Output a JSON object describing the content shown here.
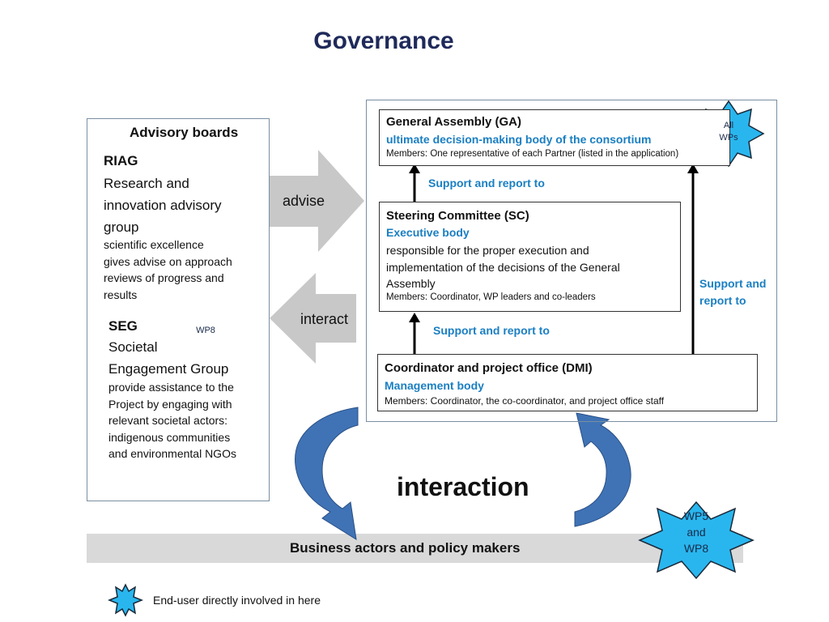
{
  "title": "Governance",
  "colors": {
    "title": "#1f2a5a",
    "accent_text": "#1a7fc2",
    "star_fill": "#29b6ee",
    "arrow_gray": "#c8c8c8",
    "curve_blue": "#3f73b5",
    "bar_gray": "#d9d9d9"
  },
  "advisory": {
    "heading": "Advisory boards",
    "riag": {
      "acronym": "RIAG",
      "name": [
        "Research and",
        "innovation advisory",
        "group"
      ],
      "lines": [
        "scientific excellence",
        "gives advise on approach",
        "reviews of progress and",
        "results"
      ]
    },
    "seg": {
      "acronym": "SEG",
      "name": [
        "Societal",
        "Engagement Group"
      ],
      "lines": [
        "provide assistance to the",
        "Project by engaging with",
        "relevant societal actors:",
        "indigenous communities",
        "and environmental NGOs"
      ],
      "star": "WP8"
    }
  },
  "arrows": {
    "advise": "advise",
    "interact": "interact"
  },
  "ga": {
    "title": "General Assembly (GA)",
    "subtitle": "ultimate decision-making body of the consortium",
    "members": "Members: One representative of each Partner (listed in the application)",
    "star": [
      "All",
      "WPs"
    ]
  },
  "sc": {
    "title": "Steering Committee (SC)",
    "subtitle": "Executive body",
    "desc": [
      "responsible for the proper execution and",
      "implementation of the decisions of the General",
      "Assembly"
    ],
    "members": "Members: Coordinator,  WP leaders and co-leaders"
  },
  "coord": {
    "title": "Coordinator  and project office (DMI)",
    "subtitle": "Management body",
    "members": "Members: Coordinator, the  co-coordinator, and project office staff"
  },
  "support_labels": {
    "top": "Support and report to",
    "middle": "Support and report to",
    "right": [
      "Support and",
      "report to"
    ]
  },
  "interaction": "interaction",
  "bottom_bar": "Business actors and policy makers",
  "bottom_star": [
    "WP5",
    "and",
    "WP8"
  ],
  "legend": "End-user directly involved in here"
}
